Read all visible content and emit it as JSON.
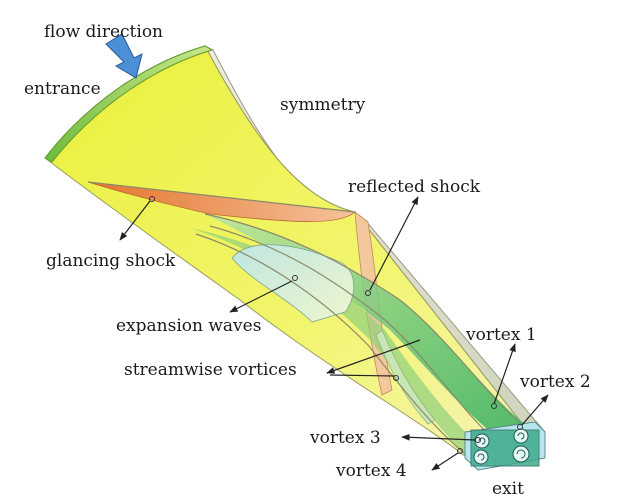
{
  "diagram": {
    "labels": {
      "flow_direction": "flow direction",
      "entrance": "entrance",
      "symmetry": "symmetry",
      "reflected_shock": "reflected shock",
      "glancing_shock": "glancing shock",
      "expansion_waves": "expansion waves",
      "streamwise_vortices": "streamwise vortices",
      "vortex_1": "vortex 1",
      "vortex_2": "vortex 2",
      "vortex_3": "vortex 3",
      "vortex_4": "vortex 4",
      "exit": "exit"
    },
    "colors": {
      "surface_yellow": "#eef25a",
      "symmetry_wall": "#d9dcc8",
      "shock_orange": "#e9833f",
      "vortex_green": "#5fbf5a",
      "exit_cyan": "#b7e6ee",
      "flow_arrow_blue": "#4b8fd6"
    }
  }
}
